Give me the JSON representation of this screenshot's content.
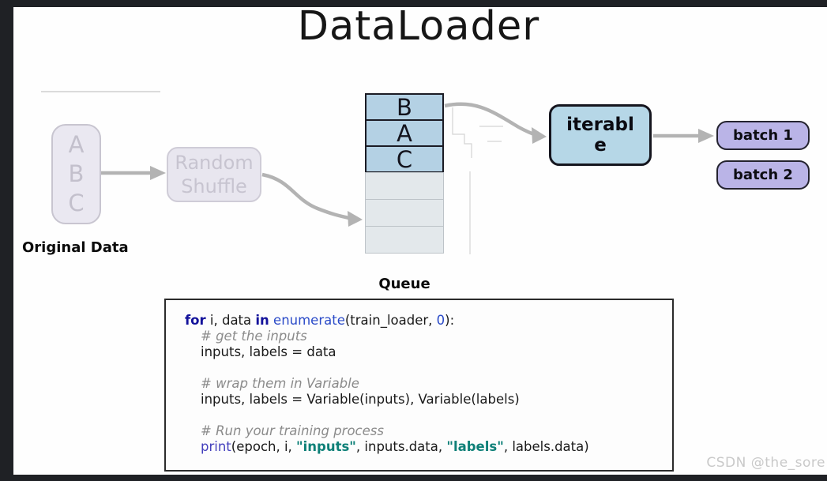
{
  "title": "DataLoader",
  "diagram": {
    "original_data": {
      "letters": [
        "A",
        "B",
        "C"
      ],
      "label": "Original Data"
    },
    "shuffle_box": {
      "lines": [
        "Random",
        "Shuffle"
      ]
    },
    "queue": {
      "filled": [
        "B",
        "A",
        "C"
      ],
      "empty_count": 3,
      "label": "Queue"
    },
    "iterable_box": {
      "lines": [
        "iterabl",
        "e"
      ]
    },
    "batches": [
      "batch 1",
      "batch 2"
    ]
  },
  "colors": {
    "queue_filled_fill": "#b4d1e4",
    "queue_empty_fill": "#e3e8eb",
    "iterable_fill": "#b6d7e7",
    "batch_fill": "#bab4e7",
    "pale_node_fill": "#eae8f1",
    "arrow_gray": "#b3b3b3",
    "keyword_blue": "#13129b",
    "string_teal": "#0e8078"
  },
  "code": {
    "lines": [
      {
        "ind": 0,
        "seg": [
          {
            "t": "for",
            "s": "kw"
          },
          {
            "t": " i, data ",
            "s": "pl"
          },
          {
            "t": "in",
            "s": "kw"
          },
          {
            "t": " ",
            "s": "pl"
          },
          {
            "t": "enumerate",
            "s": "fn"
          },
          {
            "t": "(train_loader, ",
            "s": "pl"
          },
          {
            "t": "0",
            "s": "num"
          },
          {
            "t": "):",
            "s": "pl"
          }
        ]
      },
      {
        "ind": 1,
        "seg": [
          {
            "t": "# get the inputs",
            "s": "cm"
          }
        ]
      },
      {
        "ind": 1,
        "seg": [
          {
            "t": "inputs, labels = data",
            "s": "pl"
          }
        ]
      },
      {
        "ind": 0,
        "seg": []
      },
      {
        "ind": 1,
        "seg": [
          {
            "t": "# wrap them in Variable",
            "s": "cm"
          }
        ]
      },
      {
        "ind": 1,
        "seg": [
          {
            "t": "inputs, labels = Variable(inputs), Variable(labels)",
            "s": "pl"
          }
        ]
      },
      {
        "ind": 0,
        "seg": []
      },
      {
        "ind": 1,
        "seg": [
          {
            "t": "# Run your training process",
            "s": "cm"
          }
        ]
      },
      {
        "ind": 1,
        "seg": [
          {
            "t": "print",
            "s": "fn2"
          },
          {
            "t": "(epoch, i, ",
            "s": "pl"
          },
          {
            "t": "\"inputs\"",
            "s": "str"
          },
          {
            "t": ", inputs.data, ",
            "s": "pl"
          },
          {
            "t": "\"labels\"",
            "s": "str"
          },
          {
            "t": ", labels.data)",
            "s": "pl"
          }
        ]
      }
    ]
  },
  "watermark": "CSDN @the_sore"
}
